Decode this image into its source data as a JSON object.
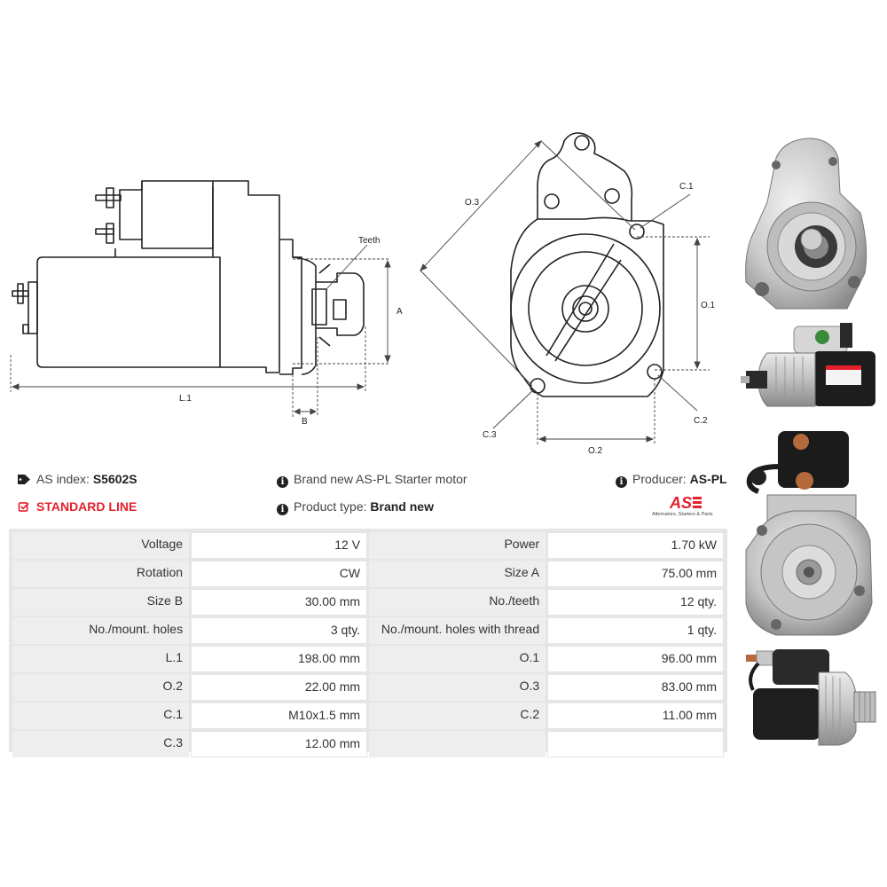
{
  "drawing_labels": {
    "teeth": "Teeth",
    "a": "A",
    "b": "B",
    "l1": "L.1",
    "o1": "O.1",
    "o2": "O.2",
    "o3": "O.3",
    "c1": "C.1",
    "c2": "C.2",
    "c3": "C.3"
  },
  "info": {
    "as_index_label": "AS index:",
    "as_index_value": "S5602S",
    "standard_line": "STANDARD LINE",
    "description": "Brand new AS-PL Starter motor",
    "product_type_label": "Product type:",
    "product_type_value": "Brand new",
    "producer_label": "Producer:",
    "producer_value": "AS-PL"
  },
  "logo": {
    "text": "AS",
    "tagline": "Alternators, Starters & Parts",
    "color": "#e5202c"
  },
  "specs": [
    {
      "label": "Voltage",
      "value": "12 V",
      "label2": "Power",
      "value2": "1.70 kW"
    },
    {
      "label": "Rotation",
      "value": "CW",
      "label2": "Size A",
      "value2": "75.00 mm"
    },
    {
      "label": "Size B",
      "value": "30.00 mm",
      "label2": "No./teeth",
      "value2": "12 qty."
    },
    {
      "label": "No./mount. holes",
      "value": "3 qty.",
      "label2": "No./mount. holes with thread",
      "value2": "1 qty."
    },
    {
      "label": "L.1",
      "value": "198.00 mm",
      "label2": "O.1",
      "value2": "96.00 mm"
    },
    {
      "label": "O.2",
      "value": "22.00 mm",
      "label2": "O.3",
      "value2": "83.00 mm"
    },
    {
      "label": "C.1",
      "value": "M10x1.5 mm",
      "label2": "C.2",
      "value2": "11.00 mm"
    },
    {
      "label": "C.3",
      "value": "12.00 mm",
      "label2": "",
      "value2": ""
    }
  ]
}
